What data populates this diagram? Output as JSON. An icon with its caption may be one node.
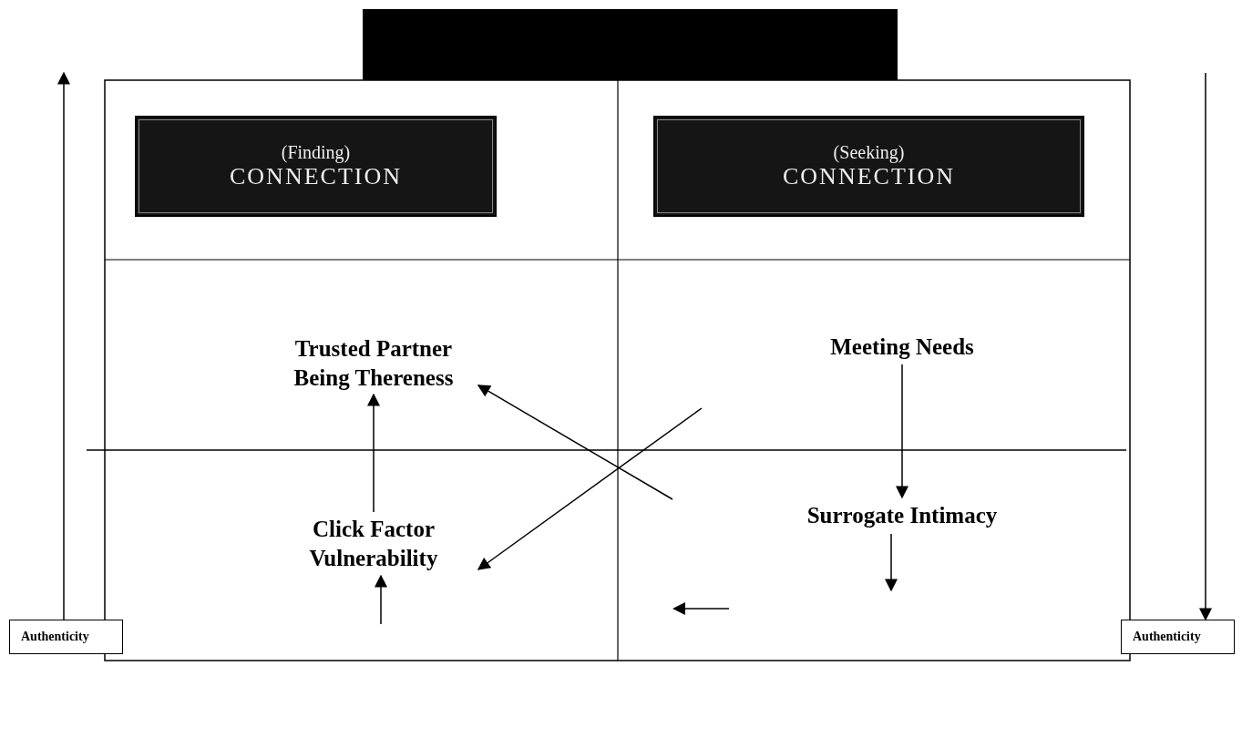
{
  "diagram": {
    "nodes": [
      {
        "text": [],
        "shape": "box"
      },
      {
        "text": [
          "(Finding)",
          "CONNECTION"
        ]
      },
      {
        "text": [
          "(Seeking)",
          "CONNECTION"
        ]
      },
      {
        "text": [
          "Trusted Partner Being Thereness"
        ]
      },
      {
        "text": [
          "Meeting Needs"
        ]
      },
      {
        "text": [
          "Click Factor Vulnerability"
        ]
      },
      {
        "text": [
          "Surrogate Intimacy"
        ]
      },
      {
        "text": [
          "Authenticity"
        ]
      },
      {
        "text": [
          "Authenticity"
        ]
      }
    ],
    "edges": [
      {
        "from": 5,
        "to": 3,
        "arrow": "to"
      },
      {
        "from": 4,
        "to": 6,
        "arrow": "to"
      },
      {
        "from": null,
        "to": 3,
        "arrow": "to"
      },
      {
        "from": null,
        "to": 5,
        "arrow": "to"
      },
      {
        "from": null,
        "to": 5,
        "arrow": "to"
      },
      {
        "from": 6,
        "to": null,
        "arrow": "to"
      },
      {
        "from": 7,
        "to": null,
        "arrow": "to"
      },
      {
        "from": null,
        "to": 8,
        "arrow": "to"
      }
    ]
  }
}
